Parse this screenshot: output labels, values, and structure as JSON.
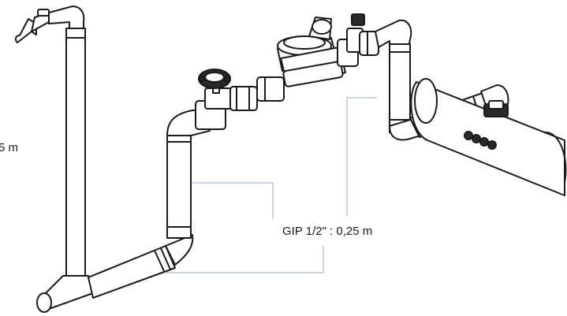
{
  "labels": {
    "gip_length": "GIP 1/2\" : 0,25 m",
    "left_length": "5 m"
  },
  "colors": {
    "outline": "#1a1a1a",
    "pipe_fill": "#ffffff",
    "leader": "#9aa8c4"
  },
  "components": [
    "standpipe-with-tap",
    "riser-pipe",
    "gate-valve",
    "water-meter",
    "check-valve",
    "horizontal-tank"
  ]
}
